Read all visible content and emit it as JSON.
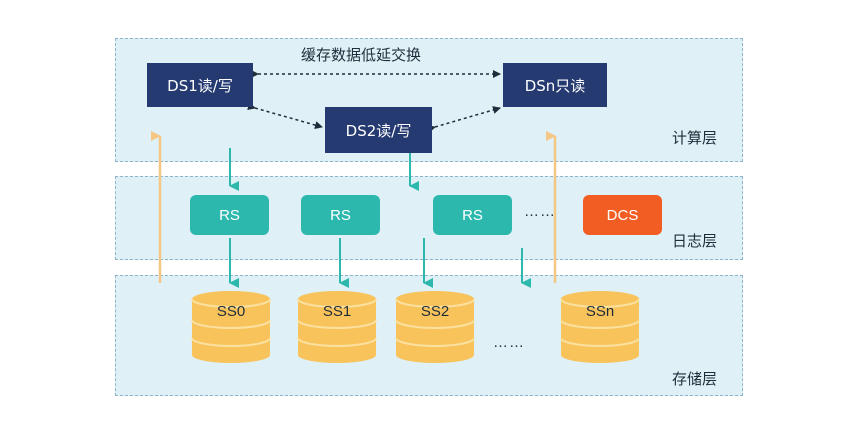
{
  "layers": {
    "compute": "计算层",
    "log": "日志层",
    "storage": "存储层"
  },
  "compute": {
    "caption": "缓存数据低延交换",
    "ds1": "DS1读/写",
    "ds2": "DS2读/写",
    "dsn": "DSn只读"
  },
  "log": {
    "rs": [
      "RS",
      "RS",
      "RS"
    ],
    "ellipsis": "……",
    "dcs": "DCS"
  },
  "storage": {
    "ss": [
      "SS0",
      "SS1",
      "SS2",
      "SSn"
    ],
    "ellipsis": "……"
  },
  "colors": {
    "layer_bg": "#dff0f7",
    "ds_node": "#253a71",
    "rs_node": "#2cb8ad",
    "dcs_node": "#f15d22",
    "cylinder": "#f7c35a",
    "teal_arrow": "#2cb8ad",
    "orange_arrow": "#f6c685"
  }
}
